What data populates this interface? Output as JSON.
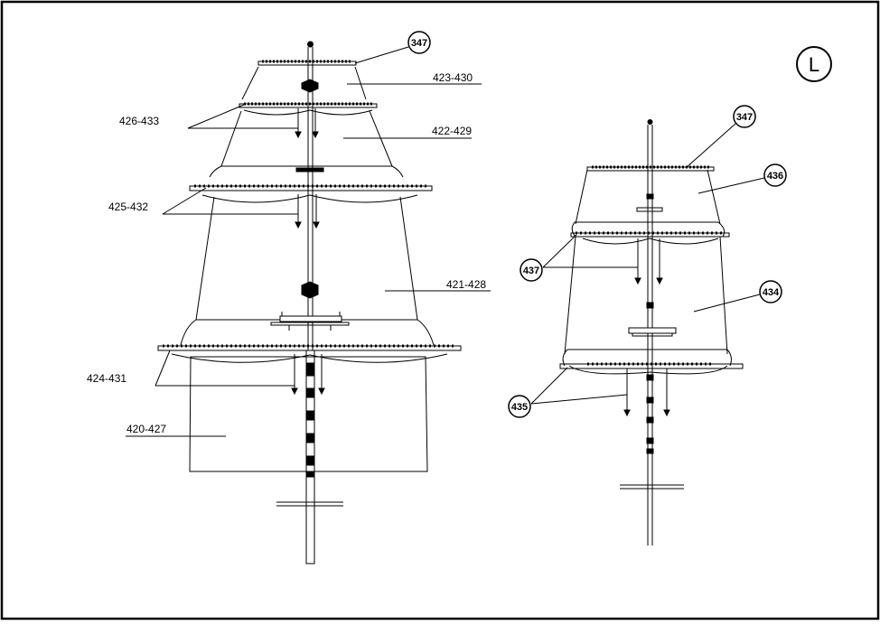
{
  "sheet": {
    "letter": "L"
  },
  "fore_mast": {
    "labels": {
      "top_block": "347",
      "royal_sail": "423-430",
      "royal_yard": "426-433",
      "topgallant_sail": "422-429",
      "topgallant_yard": "425-432",
      "topsail": "421-428",
      "topsail_yard": "424-431",
      "course": "420-427"
    }
  },
  "mizzen_mast": {
    "labels": {
      "top_block": "347",
      "topgallant_sail": "436",
      "topsail_yard": "437",
      "topsail": "434",
      "crossjack_yard": "435"
    }
  }
}
